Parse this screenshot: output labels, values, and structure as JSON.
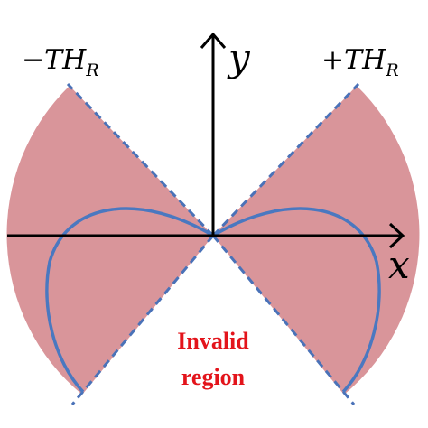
{
  "labels": {
    "y_axis": "y",
    "x_axis": "x",
    "left_threshold": "−TH",
    "left_threshold_sub": "R",
    "right_threshold": "+TH",
    "right_threshold_sub": "R",
    "invalid_line1": "Invalid",
    "invalid_line2": "region"
  },
  "colors": {
    "sector_fill": "#d9959a",
    "dashed_line": "#4a72b8",
    "curve": "#4a78c0",
    "axis": "#000000",
    "invalid_text": "#e3141b"
  }
}
